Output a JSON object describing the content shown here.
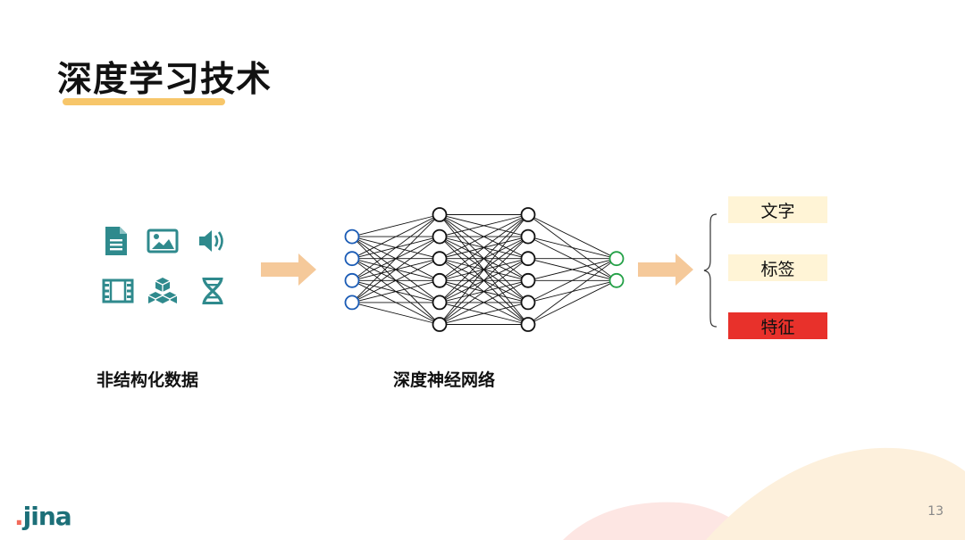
{
  "slide": {
    "title": "深度学习技术",
    "page_number": "13",
    "logo_text": "jina"
  },
  "left_section": {
    "caption": "非结构化数据",
    "icons": [
      "document-icon",
      "image-icon",
      "audio-icon",
      "video-icon",
      "3d-cubes-icon",
      "dna-icon"
    ]
  },
  "middle_section": {
    "caption": "深度神经网络",
    "layers": [
      4,
      6,
      6,
      2
    ]
  },
  "outputs": [
    {
      "label": "文字",
      "highlighted": false
    },
    {
      "label": "标签",
      "highlighted": false
    },
    {
      "label": "特征",
      "highlighted": true
    }
  ],
  "colors": {
    "accent_yellow": "#f7c66a",
    "icon_teal": "#2f8a8d",
    "arrow": "#f5c99a",
    "input_node": "#1a5bb5",
    "output_node": "#23a046",
    "highlight_red": "#e8312b",
    "tag_bg": "#fff4d6"
  }
}
